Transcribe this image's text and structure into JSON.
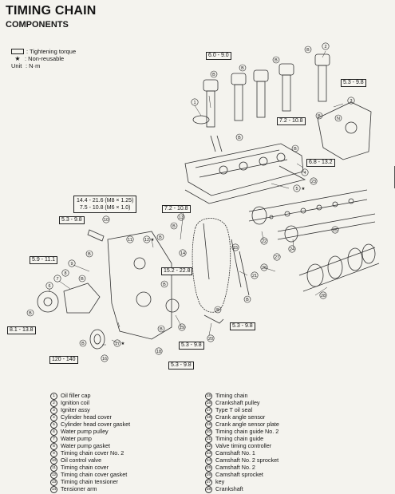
{
  "header": {
    "title": "TIMING CHAIN",
    "subtitle": "COMPONENTS"
  },
  "legend": {
    "tightening": ": Tightening torque",
    "star_symbol": "★",
    "nonreusable": ": Non-reusable",
    "unit_label": "Unit",
    "unit_value": ": N·m"
  },
  "torque_specs": {
    "s1": "6.0 - 9.0",
    "s2": "5.3 - 9.8",
    "s3": "7.2 - 10.8",
    "s4": "6.8 - 13.2",
    "s5a": "14.4 - 21.6 (M8 × 1.25)",
    "s5b": "7.5 - 10.8 (M6 × 1.0)",
    "s6": "7.2 - 10.8",
    "s7": "5.3 - 9.8",
    "s8": "5.9 - 11.1",
    "s9": "15.2 - 22.8",
    "s10": "8.1 - 13.8",
    "s11": "5.3 - 9.8",
    "s12": "5.3 - 9.8",
    "s13": "120 - 140",
    "s14": "5.3 - 9.8"
  },
  "callout_letters": {
    "b": "B",
    "n": "N",
    "star": "★"
  },
  "parts": [
    {
      "n": "1",
      "label": "Oil filler cap"
    },
    {
      "n": "2",
      "label": "Ignition coil"
    },
    {
      "n": "3",
      "label": "Igniter assy"
    },
    {
      "n": "4",
      "label": "Cylinder head cover"
    },
    {
      "n": "5",
      "label": "Cylinder head cover gasket"
    },
    {
      "n": "6",
      "label": "Water pump pulley"
    },
    {
      "n": "7",
      "label": "Water pump"
    },
    {
      "n": "8",
      "label": "Water pump gasket"
    },
    {
      "n": "9",
      "label": "Timing chain cover No. 2"
    },
    {
      "n": "10",
      "label": "Oil control valve"
    },
    {
      "n": "11",
      "label": "Timing chain cover"
    },
    {
      "n": "12",
      "label": "Timing chain cover gasket"
    },
    {
      "n": "13",
      "label": "Timing chain tensioner"
    },
    {
      "n": "14",
      "label": "Tensioner arm"
    },
    {
      "n": "15",
      "label": "Timing chain"
    },
    {
      "n": "16",
      "label": "Crankshaft pulley"
    },
    {
      "n": "17",
      "label": "Type T oil seal"
    },
    {
      "n": "18",
      "label": "Crank angle sensor"
    },
    {
      "n": "19",
      "label": "Crank angle sensor plate"
    },
    {
      "n": "20",
      "label": "Timing chain guide No. 2"
    },
    {
      "n": "21",
      "label": "Timing chain guide"
    },
    {
      "n": "22",
      "label": "Valve timing controller"
    },
    {
      "n": "23",
      "label": "Camshaft No. 1"
    },
    {
      "n": "24",
      "label": "Camshaft No. 2 sprocket"
    },
    {
      "n": "25",
      "label": "Camshaft No. 2"
    },
    {
      "n": "26",
      "label": "Camshaft sprocket"
    },
    {
      "n": "27",
      "label": "key"
    },
    {
      "n": "28",
      "label": "Crankshaft"
    }
  ],
  "diagram_callouts": [
    "1",
    "2",
    "3",
    "4",
    "5",
    "6",
    "7",
    "8",
    "9",
    "10",
    "11",
    "12",
    "13",
    "14",
    "15",
    "16",
    "17",
    "18",
    "19",
    "20",
    "21",
    "22",
    "23",
    "24",
    "25",
    "26",
    "27",
    "28"
  ]
}
